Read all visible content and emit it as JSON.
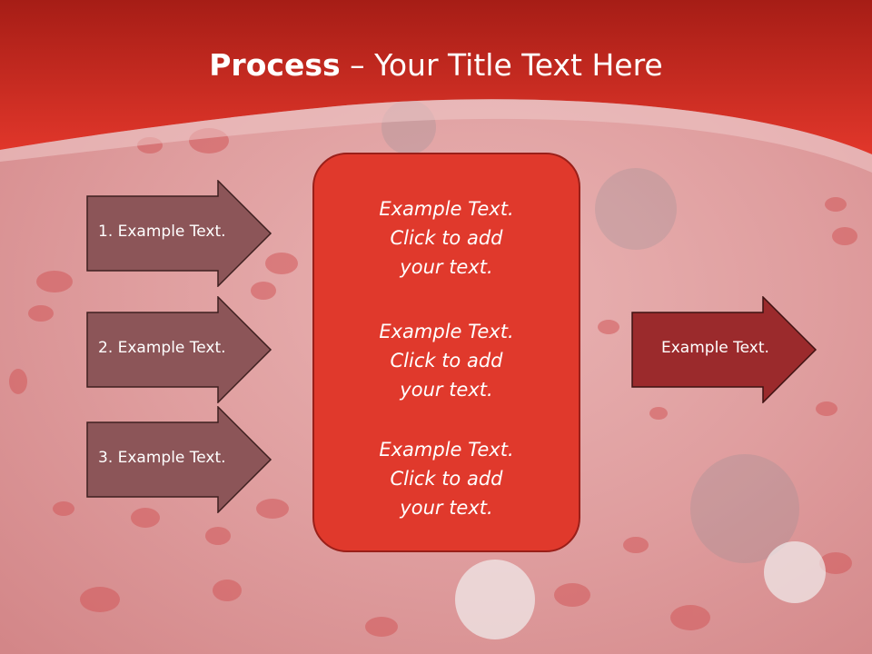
{
  "slide": {
    "title_bold": "Process",
    "title_dash": " – ",
    "title_rest": "Your Title Text Here",
    "left_arrows": [
      {
        "label": "1. Example Text."
      },
      {
        "label": "2. Example Text."
      },
      {
        "label": "3. Example Text."
      }
    ],
    "center_blocks": [
      {
        "line1": "Example Text.",
        "line2": "Click  to add",
        "line3": "your text."
      },
      {
        "line1": "Example Text.",
        "line2": "Click  to add",
        "line3": "your text."
      },
      {
        "line1": "Example Text.",
        "line2": "Click  to add",
        "line3": "your text."
      }
    ],
    "right_arrow": {
      "label": "Example Text."
    }
  },
  "colors": {
    "header_red": "#d62a20",
    "left_arrow_fill": "#8c5558",
    "right_arrow_fill": "#9b2a2c",
    "center_box_fill": "#e0392c"
  }
}
